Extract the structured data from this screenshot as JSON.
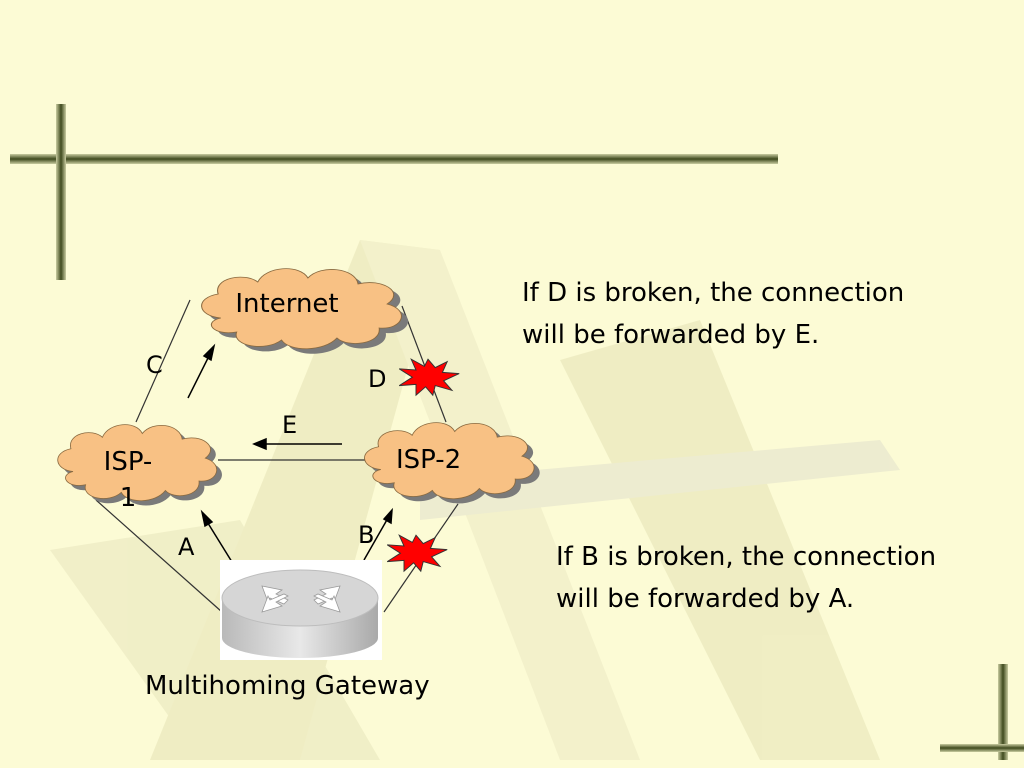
{
  "nodes": {
    "internet": "Internet",
    "isp1": "ISP-1",
    "isp2": "ISP-2",
    "gateway": "Multihoming Gateway"
  },
  "links": {
    "a": "A",
    "b": "B",
    "c": "C",
    "d": "D",
    "e": "E"
  },
  "notes": {
    "d_line1": "If D is broken, the connection",
    "d_line2": "will be forwarded by E.",
    "b_line1": "If B is broken, the connection",
    "b_line2": "will be forwarded by A."
  },
  "colors": {
    "background": "#fcfbd5",
    "cloud_fill": "#f8c184",
    "cloud_shadow": "#7a7a7a",
    "break_burst": "#ff0000",
    "rule_line": "#4f5a2a",
    "watermark": "#e6e5c0"
  },
  "icons": {
    "router": "router-icon",
    "break": "explosion-icon"
  }
}
